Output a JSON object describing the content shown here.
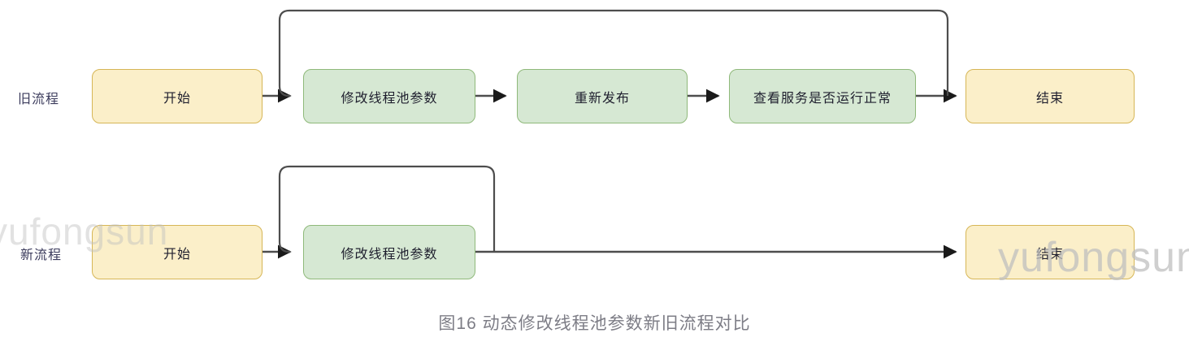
{
  "figure": {
    "caption": "图16 动态修改线程池参数新旧流程对比",
    "watermark": "yufongsun",
    "watermark_edge": "yufongsun",
    "colors": {
      "start_end_fill": "#fbefc9",
      "start_end_stroke": "#d6b656",
      "process_fill": "#d6e8d3",
      "process_stroke": "#8fb97a",
      "edge_stroke": "#4d4d4d",
      "loop_stroke": "#4d4d4d",
      "label_text": "#3b3b5c",
      "caption_text": "#7d7d86",
      "watermark_text": "#bfbfbf"
    }
  },
  "rows": [
    {
      "id": "old-flow",
      "label": "旧流程",
      "nodes": [
        {
          "id": "old-start",
          "text": "开始",
          "kind": "start"
        },
        {
          "id": "old-modify",
          "text": "修改线程池参数",
          "kind": "process"
        },
        {
          "id": "old-redeploy",
          "text": "重新发布",
          "kind": "process"
        },
        {
          "id": "old-verify",
          "text": "查看服务是否运行正常",
          "kind": "process"
        },
        {
          "id": "old-end",
          "text": "结束",
          "kind": "end"
        }
      ],
      "edges": [
        {
          "from": "old-start",
          "to": "old-modify",
          "type": "straight"
        },
        {
          "from": "old-modify",
          "to": "old-redeploy",
          "type": "straight"
        },
        {
          "from": "old-redeploy",
          "to": "old-verify",
          "type": "straight"
        },
        {
          "from": "old-verify",
          "to": "old-end",
          "type": "straight"
        },
        {
          "from": "old-verify",
          "to": "old-modify",
          "type": "loop-back-over-top"
        }
      ]
    },
    {
      "id": "new-flow",
      "label": "新流程",
      "nodes": [
        {
          "id": "new-start",
          "text": "开始",
          "kind": "start"
        },
        {
          "id": "new-modify",
          "text": "修改线程池参数",
          "kind": "process"
        },
        {
          "id": "new-end",
          "text": "结束",
          "kind": "end"
        }
      ],
      "edges": [
        {
          "from": "new-start",
          "to": "new-modify",
          "type": "straight"
        },
        {
          "from": "new-modify",
          "to": "new-end",
          "type": "straight-long"
        },
        {
          "from": "new-modify",
          "to": "new-modify",
          "type": "self-loop-over-top"
        }
      ]
    }
  ]
}
